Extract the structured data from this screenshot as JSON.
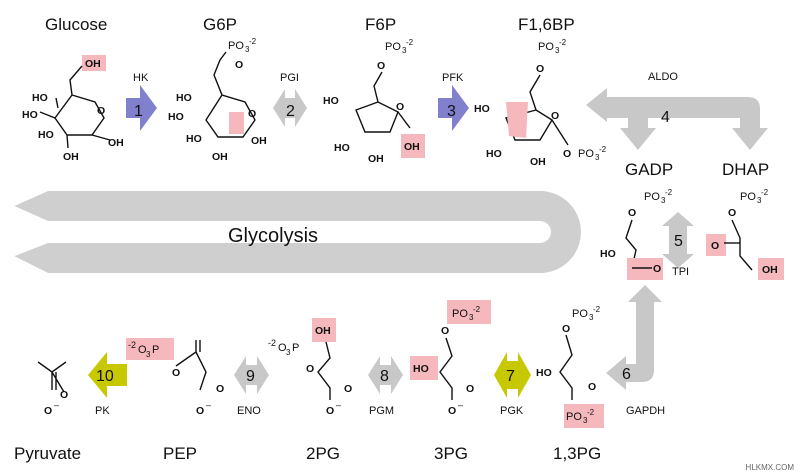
{
  "compounds": {
    "glucose": "Glucose",
    "g6p": "G6P",
    "f6p": "F6P",
    "f16bp": "F1,6BP",
    "gadp": "GADP",
    "dhap": "DHAP",
    "pyruvate": "Pyruvate",
    "pep": "PEP",
    "pg2": "2PG",
    "pg3": "3PG",
    "bpg13": "1,3PG"
  },
  "enzymes": {
    "hk": "HK",
    "pgi": "PGI",
    "pfk": "PFK",
    "aldo": "ALDO",
    "tpi": "TPI",
    "gapdh": "GAPDH",
    "pgk": "PGK",
    "pgm": "PGM",
    "eno": "ENO",
    "pk": "PK"
  },
  "steps": [
    "1",
    "2",
    "3",
    "4",
    "5",
    "6",
    "7",
    "8",
    "9",
    "10"
  ],
  "pathway_label": "Glycolysis",
  "atoms": {
    "oh": "OH",
    "ho": "HO",
    "o": "O",
    "p": "P",
    "po3_base": "PO",
    "sub3": "3",
    "sup_minus2": "-2",
    "neg_o3p_pre": "-2",
    "neg_o3p_o": "O",
    "neg_o3p_3": "3",
    "neg_o3p_p": "P",
    "minus": "–"
  },
  "watermark": "HLKMX.COM",
  "colors": {
    "irreversible": "#8080cc",
    "reversible": "#c8c8c8",
    "atp_generating": "#c8c800",
    "highlight": "#f4b8bd",
    "pathway_band": "#cfcfcf"
  }
}
